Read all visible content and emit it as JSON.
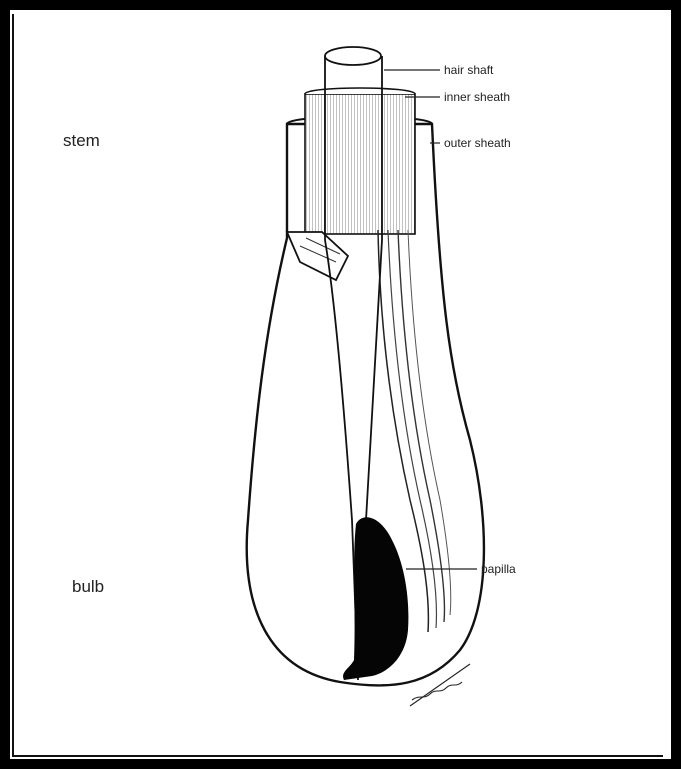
{
  "diagram": {
    "side_labels": {
      "stem": "stem",
      "bulb": "bulb"
    },
    "callouts": {
      "hair_shaft": "hair shaft",
      "inner_sheath": "inner sheath",
      "outer_sheath": "outer sheath",
      "papilla": "papilla"
    }
  },
  "colors": {
    "background_border": "#000000",
    "paper": "#ffffff",
    "ink": "#111111"
  }
}
